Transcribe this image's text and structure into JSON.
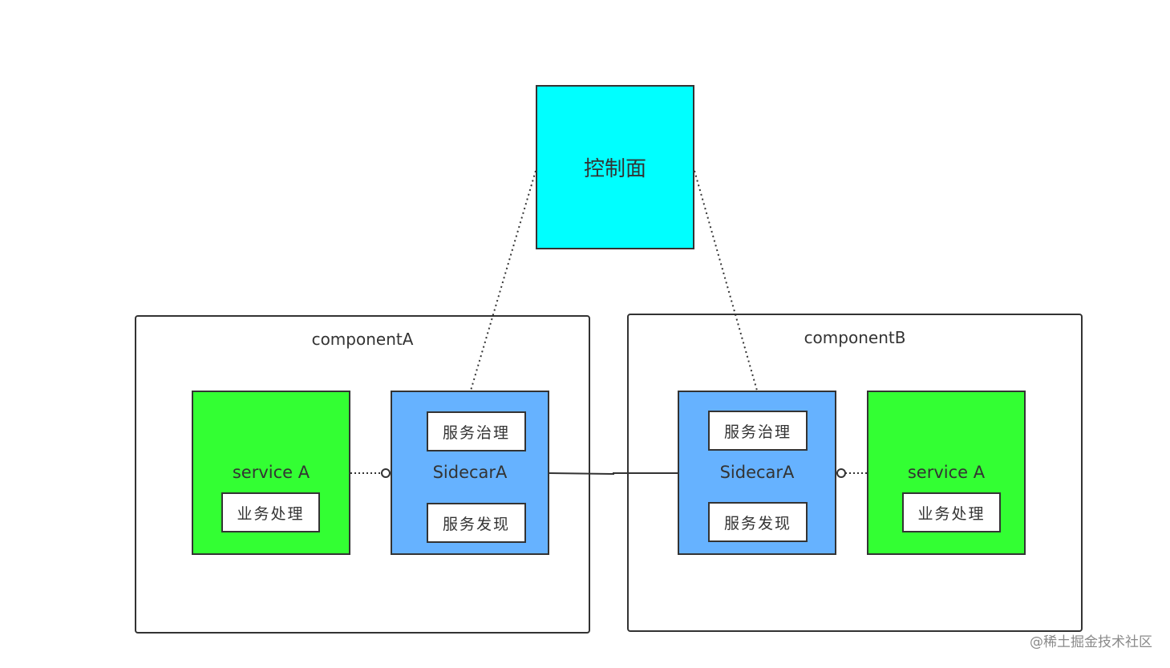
{
  "control_plane": {
    "label": "控制面",
    "fill": "#00ffff"
  },
  "component_a": {
    "label": "componentA",
    "service": {
      "label": "service A",
      "task": "业务处理",
      "fill": "#33ff33"
    },
    "sidecar": {
      "label": "SidecarA",
      "top_item": "服务治理",
      "bottom_item": "服务发现",
      "fill": "#66b2ff"
    }
  },
  "component_b": {
    "label": "componentB",
    "service": {
      "label": "service A",
      "task": "业务处理",
      "fill": "#33ff33"
    },
    "sidecar": {
      "label": "SidecarA",
      "top_item": "服务治理",
      "bottom_item": "服务发现",
      "fill": "#66b2ff"
    }
  },
  "watermark": "@稀土掘金技术社区",
  "line_color": "#333333"
}
